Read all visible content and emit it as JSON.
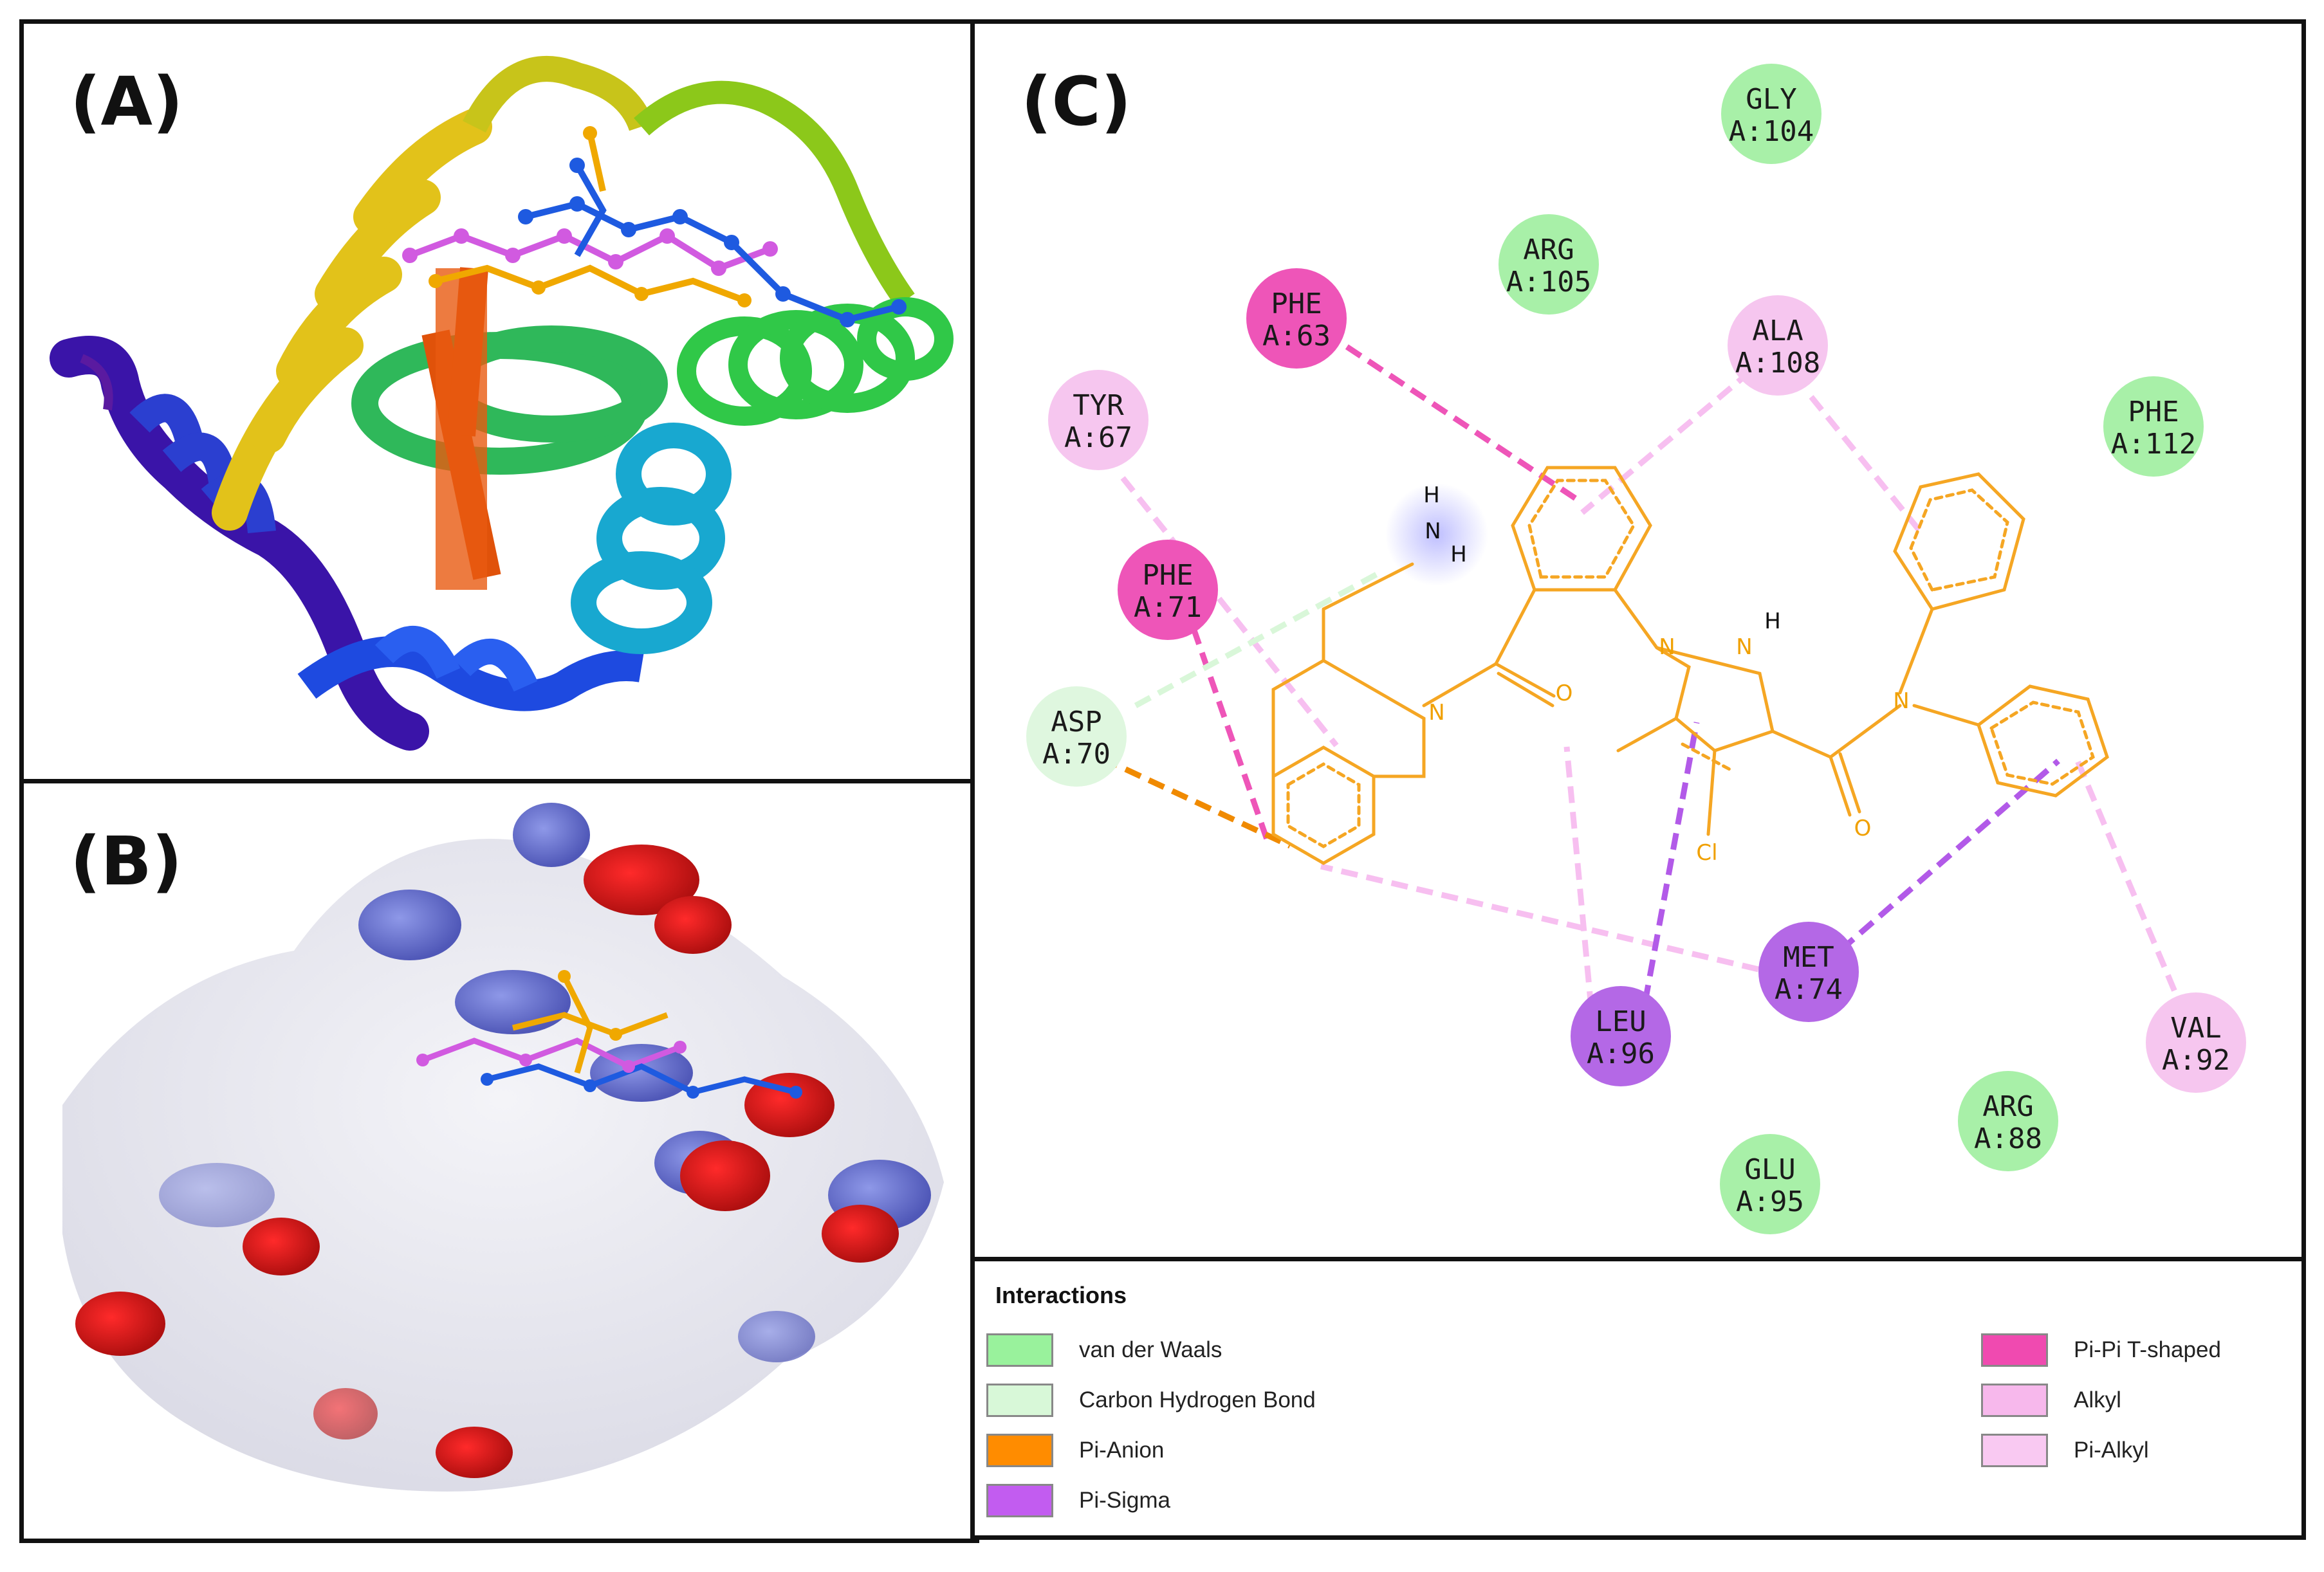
{
  "panels": {
    "a": {
      "label": "(A)"
    },
    "b": {
      "label": "(B)"
    },
    "c": {
      "label": "(C)"
    }
  },
  "residues": [
    {
      "name": "GLY",
      "id": "A:104",
      "type": "vdw"
    },
    {
      "name": "ARG",
      "id": "A:105",
      "type": "vdw"
    },
    {
      "name": "PHE",
      "id": "A:63",
      "type": "pipi_t"
    },
    {
      "name": "ALA",
      "id": "A:108",
      "type": "alkyl"
    },
    {
      "name": "PHE",
      "id": "A:112",
      "type": "vdw"
    },
    {
      "name": "TYR",
      "id": "A:67",
      "type": "alkyl"
    },
    {
      "name": "PHE",
      "id": "A:71",
      "type": "pipi_t"
    },
    {
      "name": "ASP",
      "id": "A:70",
      "type": "ch_bond"
    },
    {
      "name": "MET",
      "id": "A:74",
      "type": "pi_sigma"
    },
    {
      "name": "LEU",
      "id": "A:96",
      "type": "pi_sigma"
    },
    {
      "name": "VAL",
      "id": "A:92",
      "type": "alkyl"
    },
    {
      "name": "ARG",
      "id": "A:88",
      "type": "vdw"
    },
    {
      "name": "GLU",
      "id": "A:95",
      "type": "vdw"
    }
  ],
  "atoms": {
    "h": "H",
    "n": "N",
    "o": "O",
    "cl": "Cl"
  },
  "legend": {
    "title": "Interactions",
    "items": [
      {
        "label": "van der Waals",
        "color": "#99f29c"
      },
      {
        "label": "Carbon Hydrogen Bond",
        "color": "#d8f8d8"
      },
      {
        "label": "Pi-Anion",
        "color": "#ff8c00"
      },
      {
        "label": "Pi-Sigma",
        "color": "#c25cf0"
      },
      {
        "label": "Pi-Pi T-shaped",
        "color": "#f04ab0"
      },
      {
        "label": "Alkyl",
        "color": "#f7b8ec"
      },
      {
        "label": "Pi-Alkyl",
        "color": "#f9c9f2"
      }
    ]
  },
  "colors": {
    "vdw": "#a8f0a8",
    "ch_bond": "#dff7df",
    "pipi_t": "#ee55b8",
    "alkyl": "#f6c6ef",
    "pi_sigma": "#b468e6",
    "ligand": "#f5a623",
    "pi_anion": "#f08a00"
  }
}
